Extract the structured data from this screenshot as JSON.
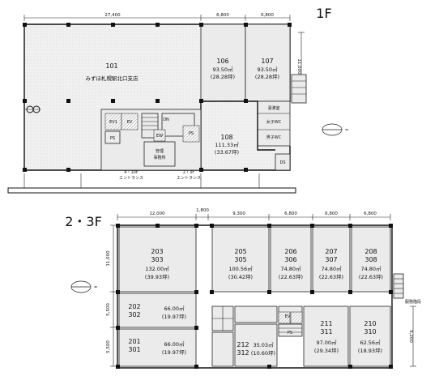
{
  "floor1": {
    "title": "1F",
    "dims_top": [
      "27,400",
      "6,800",
      "6,800"
    ],
    "dim_right": "11,000",
    "rooms": [
      {
        "id": "101",
        "name": "みずほ札幌駅北口支店",
        "area": "",
        "tsubo": ""
      },
      {
        "id": "106",
        "name": "",
        "area": "93.50㎡",
        "tsubo": "(28.28坪)"
      },
      {
        "id": "107",
        "name": "",
        "area": "93.50㎡",
        "tsubo": "(28.28坪)"
      },
      {
        "id": "108",
        "name": "",
        "area": "111.33㎡",
        "tsubo": "(33.67坪)"
      }
    ],
    "labels": {
      "ev1": "EV1",
      "ev2": "EV",
      "ps1": "PS",
      "ps2": "PS",
      "ew": "EW",
      "mgmt1": "管理",
      "mgmt2": "事務所",
      "ds": "DS",
      "dn": "DN",
      "yuden": "湯沸室",
      "wc_f": "女子WC",
      "wc_m": "男子WC",
      "ent1a": "4・10F",
      "ent1b": "エントランス",
      "ent2a": "2・3F",
      "ent2b": "エントランス"
    }
  },
  "floor23": {
    "title": "2・3F",
    "dims_top": [
      "12,000",
      "1,800",
      "9,300",
      "6,800",
      "6,800",
      "6,800"
    ],
    "dims_left": [
      "11,000",
      "5,500",
      "5,500"
    ],
    "dim_right": "9,200",
    "rooms": [
      {
        "a": "203",
        "b": "303",
        "area": "132.00㎡",
        "tsubo": "(39.93坪)"
      },
      {
        "a": "205",
        "b": "305",
        "area": "100.56㎡",
        "tsubo": "(30.42坪)"
      },
      {
        "a": "206",
        "b": "306",
        "area": "74.80㎡",
        "tsubo": "(22.63坪)"
      },
      {
        "a": "207",
        "b": "307",
        "area": "74.80㎡",
        "tsubo": "(22.63坪)"
      },
      {
        "a": "208",
        "b": "308",
        "area": "74.80㎡",
        "tsubo": "(22.63坪)"
      },
      {
        "a": "202",
        "b": "302",
        "area": "66.00㎡",
        "tsubo": "(19.97坪)"
      },
      {
        "a": "201",
        "b": "301",
        "area": "66.00㎡",
        "tsubo": "(19.97坪)"
      },
      {
        "a": "212",
        "b": "312",
        "area": "35.03㎡",
        "tsubo": "(10.60坪)"
      },
      {
        "a": "211",
        "b": "311",
        "area": "97.00㎡",
        "tsubo": "(29.34坪)"
      },
      {
        "a": "210",
        "b": "310",
        "area": "62.56㎡",
        "tsubo": "(18.93坪)"
      }
    ],
    "labels": {
      "ev": "EV",
      "ps": "PS",
      "stair": "服務階段"
    }
  }
}
